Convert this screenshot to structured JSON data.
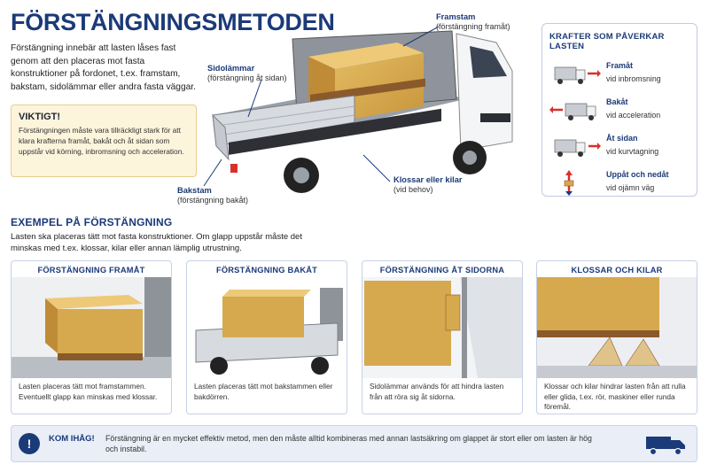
{
  "title": "FÖRSTÄNGNINGSMETODEN",
  "intro": "Förstängning innebär att lasten låses fast genom att den placeras mot fasta konstruktioner på fordonet, t.ex. framstam, bakstam, sidolämmar eller andra fasta väggar.",
  "warning": {
    "heading": "VIKTIGT!",
    "text": "Förstängningen måste vara tillräckligt stark för att klara krafterna framåt, bakåt och åt sidan som uppstår vid körning, inbromsning och acceleration."
  },
  "hero_labels": {
    "framstam": {
      "title": "Framstam",
      "sub": "(förstängning framåt)"
    },
    "sidolammar": {
      "title": "Sidolämmar",
      "sub": "(förstängning åt sidan)"
    },
    "bakstam": {
      "title": "Bakstam",
      "sub": "(förstängning bakåt)"
    },
    "klossar": {
      "title": "Klossar eller kilar",
      "sub": "(vid behov)"
    }
  },
  "forces": {
    "heading": "KRAFTER SOM PÅVERKAR LASTEN",
    "items": [
      {
        "title": "Framåt",
        "sub": "vid inbromsning",
        "icon": "truck-arrow-forward-icon"
      },
      {
        "title": "Bakåt",
        "sub": "vid acceleration",
        "icon": "truck-arrow-backward-icon"
      },
      {
        "title": "Åt sidan",
        "sub": "vid kurvtagning",
        "icon": "truck-arrow-side-icon"
      },
      {
        "title": "Uppåt och nedåt",
        "sub": "vid ojämn väg",
        "icon": "arrow-up-down-icon"
      }
    ]
  },
  "examples": {
    "heading": "EXEMPEL PÅ FÖRSTÄNGNING",
    "sub": "Lasten ska placeras tätt mot fasta konstruktioner. Om glapp uppstår måste det minskas med t.ex. klossar, kilar eller annan lämplig utrustning.",
    "cards": [
      {
        "title": "FÖRSTÄNGNING FRAMÅT",
        "text": "Lasten placeras tätt mot framstammen. Eventuellt glapp kan minskas med klossar."
      },
      {
        "title": "FÖRSTÄNGNING BAKÅT",
        "text": "Lasten placeras tätt mot bakstammen eller bakdörren."
      },
      {
        "title": "FÖRSTÄNGNING ÅT SIDORNA",
        "text": "Sidolämmar används för att hindra lasten från att röra sig åt sidorna."
      },
      {
        "title": "KLOSSAR OCH KILAR",
        "text": "Klossar och kilar hindrar lasten från att rulla eller glida, t.ex. rör, maskiner eller runda föremål."
      }
    ]
  },
  "note": {
    "icon": "!",
    "heading": "KOM IHÅG!",
    "text": "Förstängning är en mycket effektiv metod, men den måste alltid kombineras med annan lastsäkring om glappet är stort eller om lasten är hög och instabil."
  },
  "colors": {
    "brand": "#1b3a78",
    "accent_red": "#d6322b",
    "cargo": "#d6a94e"
  }
}
